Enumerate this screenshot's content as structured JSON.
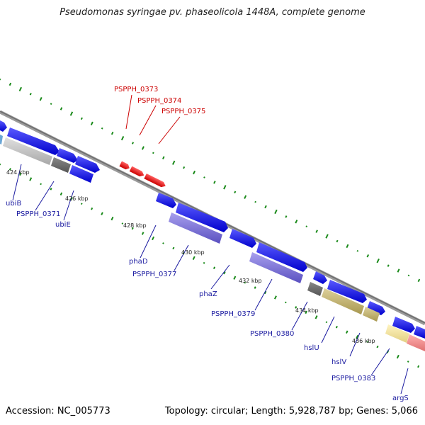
{
  "title": "Pseudomonas syringae pv. phaseolicola 1448A, complete genome",
  "footer": {
    "accession": "Accession: NC_005773",
    "topology": "Topology: circular; Length: 5,928,787 bp; Genes: 5,066"
  },
  "colors": {
    "cds_forward": "#1a1aff",
    "rna_red": "#ff1a1a",
    "backbone": "#777777",
    "label_blue": "#1a1aa0",
    "label_red": "#cc0000",
    "gc_dots": "#1a8a1a"
  },
  "tick_labels": [
    "424 kbp",
    "426 kbp",
    "428 kbp",
    "430 kbp",
    "432 kbp",
    "434 kbp",
    "436 kbp"
  ],
  "gene_labels_red": [
    "PSPPH_0373",
    "PSPPH_0374",
    "PSPPH_0375"
  ],
  "gene_labels_blue": [
    "ubiB",
    "PSPPH_0371",
    "ubiE",
    "phaD",
    "PSPPH_0377",
    "phaZ",
    "PSPPH_0379",
    "PSPPH_0380",
    "hslU",
    "hslV",
    "PSPPH_0383",
    "argS"
  ]
}
